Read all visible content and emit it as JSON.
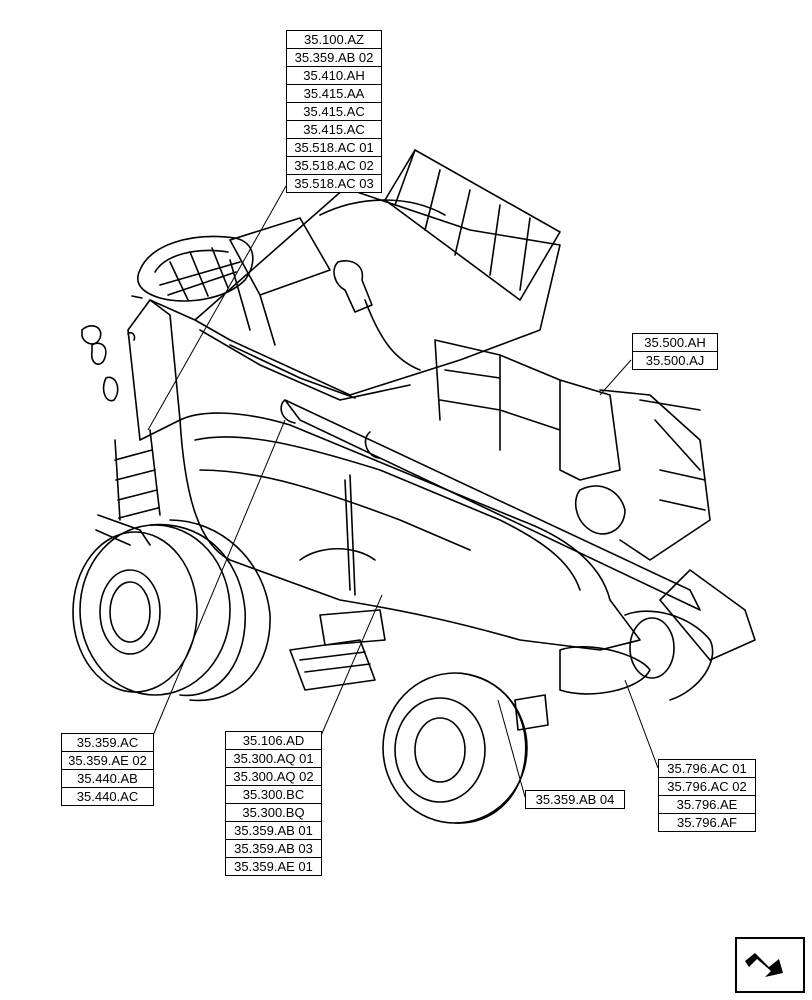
{
  "callouts": {
    "top": [
      "35.100.AZ",
      "35.359.AB 02",
      "35.410.AH",
      "35.415.AA",
      "35.415.AC",
      "35.415.AC",
      "35.518.AC 01",
      "35.518.AC 02",
      "35.518.AC 03"
    ],
    "right": [
      "35.500.AH",
      "35.500.AJ"
    ],
    "left": [
      "35.359.AC",
      "35.359.AE 02",
      "35.440.AB",
      "35.440.AC"
    ],
    "center": [
      "35.106.AD",
      "35.300.AQ 01",
      "35.300.AQ 02",
      "35.300.BC",
      "35.300.BQ",
      "35.359.AB 01",
      "35.359.AB 03",
      "35.359.AE 01"
    ],
    "bottom": [
      "35.359.AB 04"
    ],
    "bottom_right": [
      "35.796.AC 01",
      "35.796.AC 02",
      "35.796.AE",
      "35.796.AF"
    ]
  },
  "icons": {
    "navigation": "next-page-arrow-icon",
    "illustration": "combine-harvester-drawing"
  }
}
